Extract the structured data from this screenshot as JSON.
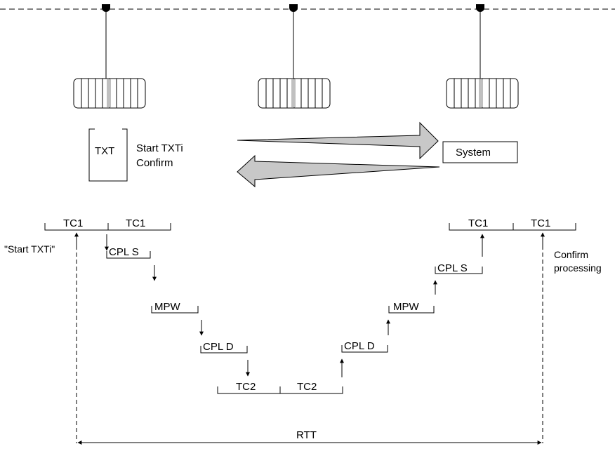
{
  "top": {
    "txt_box": "TXT",
    "start_label": "Start TXTi",
    "confirm_label": "Confirm",
    "system_label": "System"
  },
  "timeline": {
    "tc1_left_a": "TC1",
    "tc1_left_b": "TC1",
    "start_quote": "\"Start TXTi\"",
    "cpl_s_left": "CPL S",
    "mpw_left": "MPW",
    "cpl_d_left": "CPL D",
    "tc2_a": "TC2",
    "tc2_b": "TC2",
    "cpl_d_right": "CPL D",
    "mpw_right": "MPW",
    "cpl_s_right": "CPL S",
    "tc1_right_a": "TC1",
    "tc1_right_b": "TC1",
    "confirm_processing_1": "Confirm",
    "confirm_processing_2": "processing",
    "rtt": "RTT"
  },
  "colors": {
    "arrow_fill": "#c8c8c8",
    "slot_highlight": "#c0c0c0",
    "line": "#000000"
  }
}
